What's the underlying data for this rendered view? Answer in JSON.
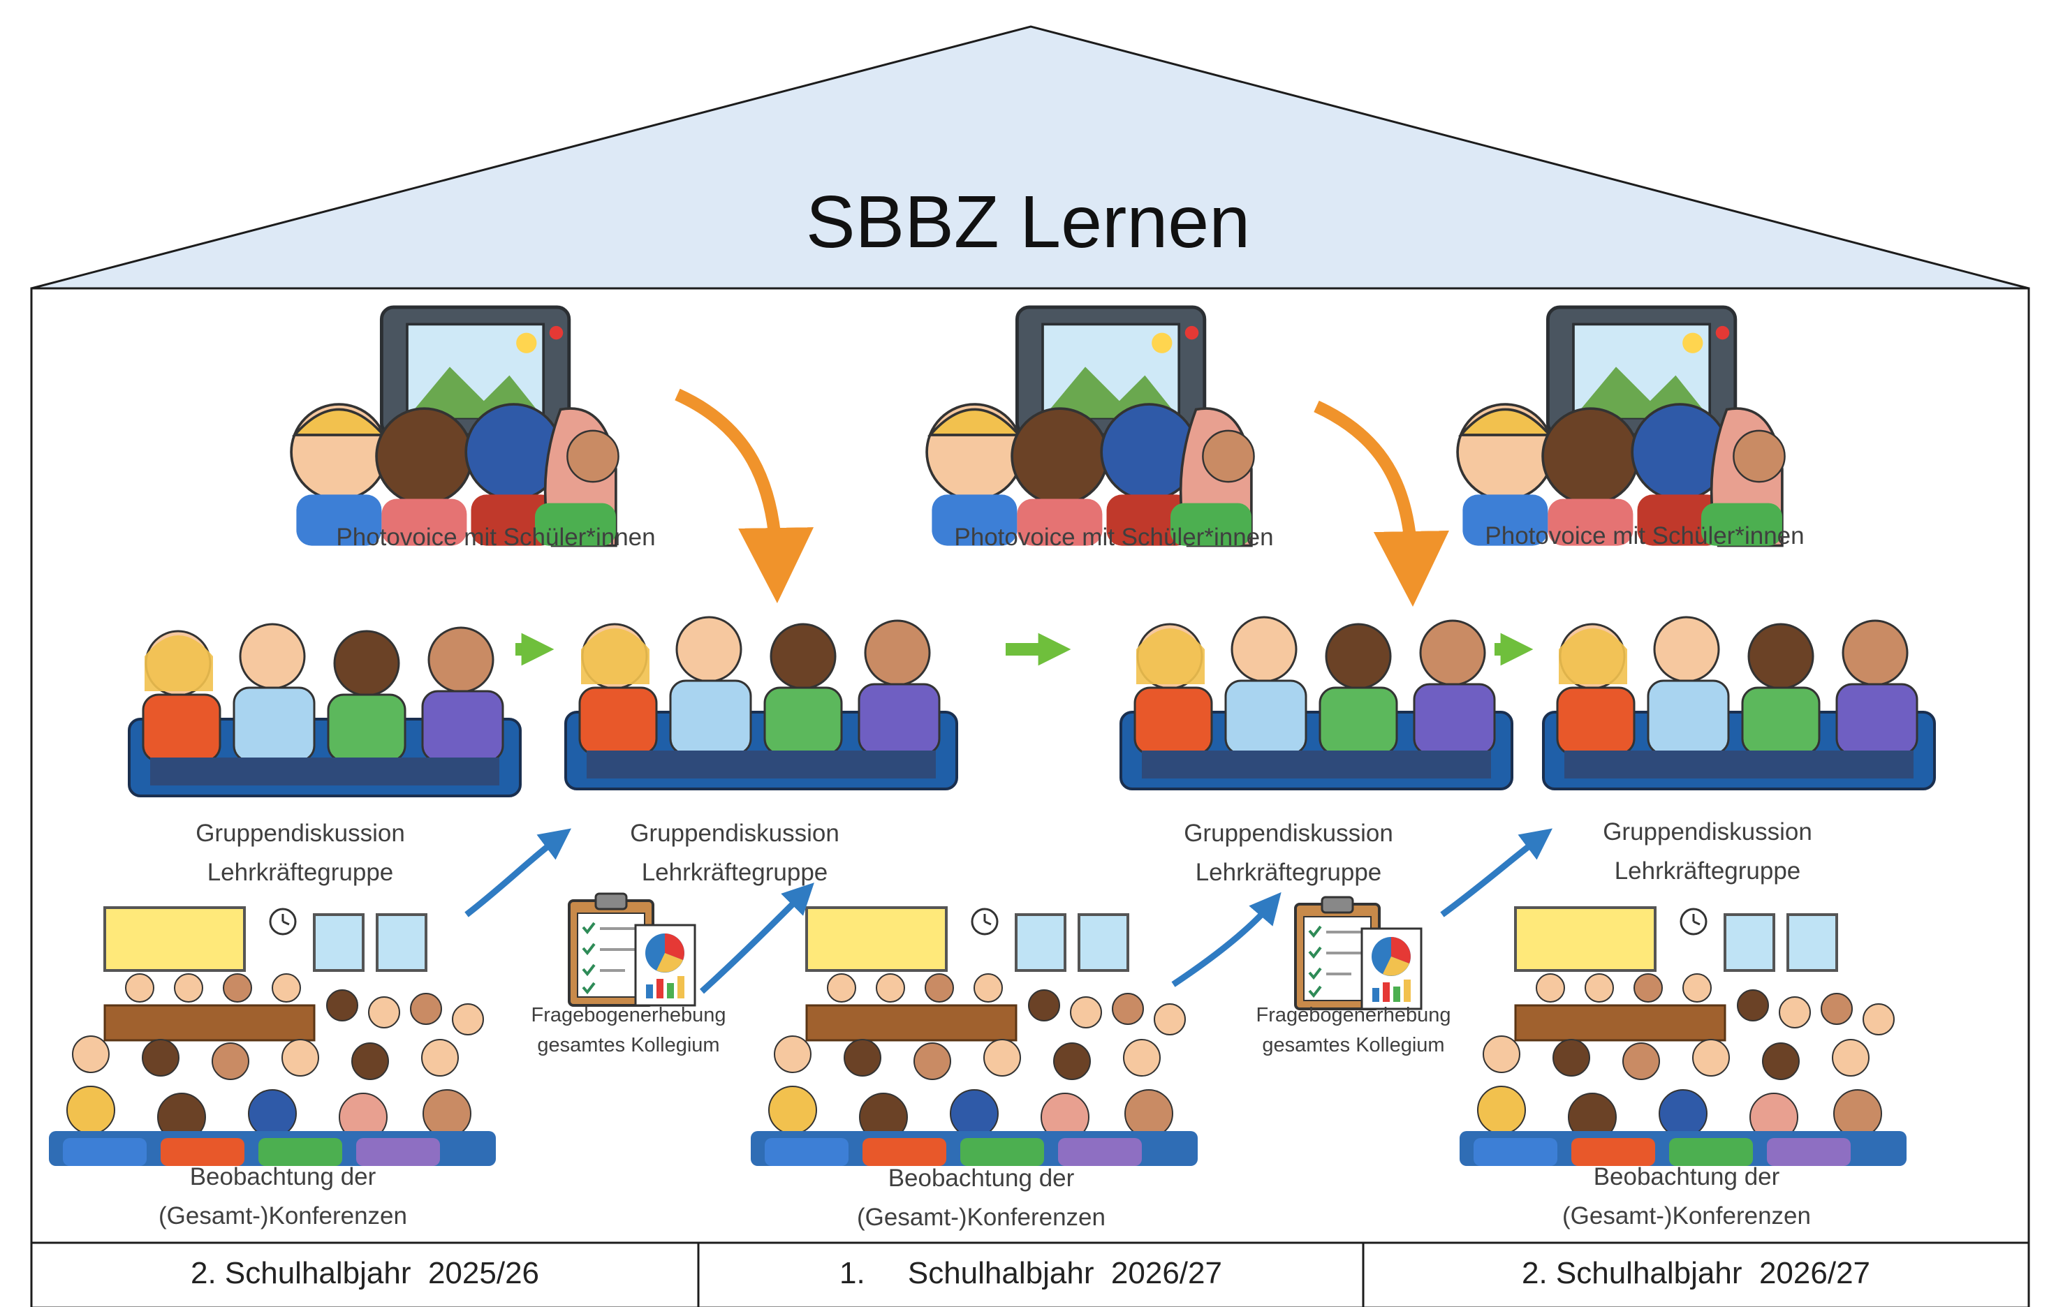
{
  "title": "SBBZ Lernen",
  "colors": {
    "roof_fill": "#dde9f6",
    "outline": "#1c1c1c",
    "photovoice_arrow": "#f0932b",
    "discussion_arrow": "#6fbf3c",
    "survey_arrow": "#2f7bc2"
  },
  "icons": [
    "camera-icon",
    "students-icon",
    "teachers-icon",
    "conference-icon",
    "clipboard-chart-icon",
    "clock-icon"
  ],
  "activities": {
    "photovoice": "Photovoice mit Schüler*innen",
    "discussion_line1": "Gruppendiskussion",
    "discussion_line2": "Lehrkräftegruppe",
    "observation_line1": "Beobachtung der",
    "observation_line2": "(Gesamt-)Konferenzen",
    "survey_line1": "Fragebogenerhebung",
    "survey_line2": "gesamtes Kollegium"
  },
  "semesters": [
    "2. Schulhalbjahr  2025/26",
    "1.     Schulhalbjahr  2026/27",
    "2. Schulhalbjahr  2026/27"
  ]
}
